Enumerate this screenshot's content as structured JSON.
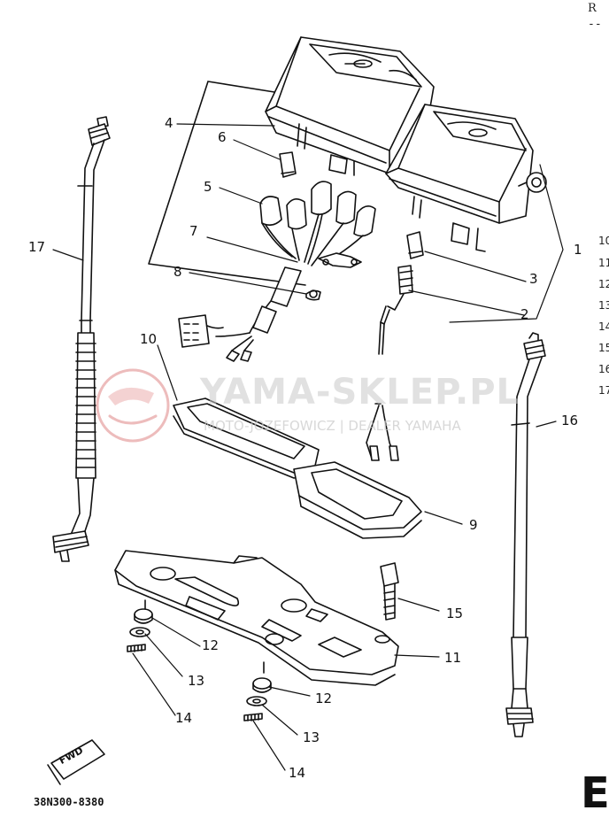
{
  "callouts": {
    "c1": "1",
    "c2": "2",
    "c3": "3",
    "c4": "4",
    "c5": "5",
    "c6": "6",
    "c7": "7",
    "c8": "8",
    "c9": "9",
    "c10": "10",
    "c11": "11",
    "c12a": "12",
    "c12b": "12",
    "c13a": "13",
    "c13b": "13",
    "c14a": "14",
    "c14b": "14",
    "c15": "15",
    "c16": "16",
    "c17": "17"
  },
  "part_code": "38N300-8380",
  "corner_header": "R",
  "corner_dashes": "--",
  "section_letter": "E",
  "edge_numbers": [
    "10",
    "11",
    "12",
    "13",
    "14",
    "15",
    "16",
    "17"
  ],
  "fwd_label": "FWD",
  "watermark": {
    "title": "YAMA-SKLEP.PL",
    "subtitle": "MOTO-JOZEFOWICZ | DEALER YAMAHA"
  },
  "colors": {
    "ink": "#111111",
    "paper": "#ffffff",
    "watermark_red": "#e6a0a0",
    "watermark_grey": "#c8c8c8"
  }
}
